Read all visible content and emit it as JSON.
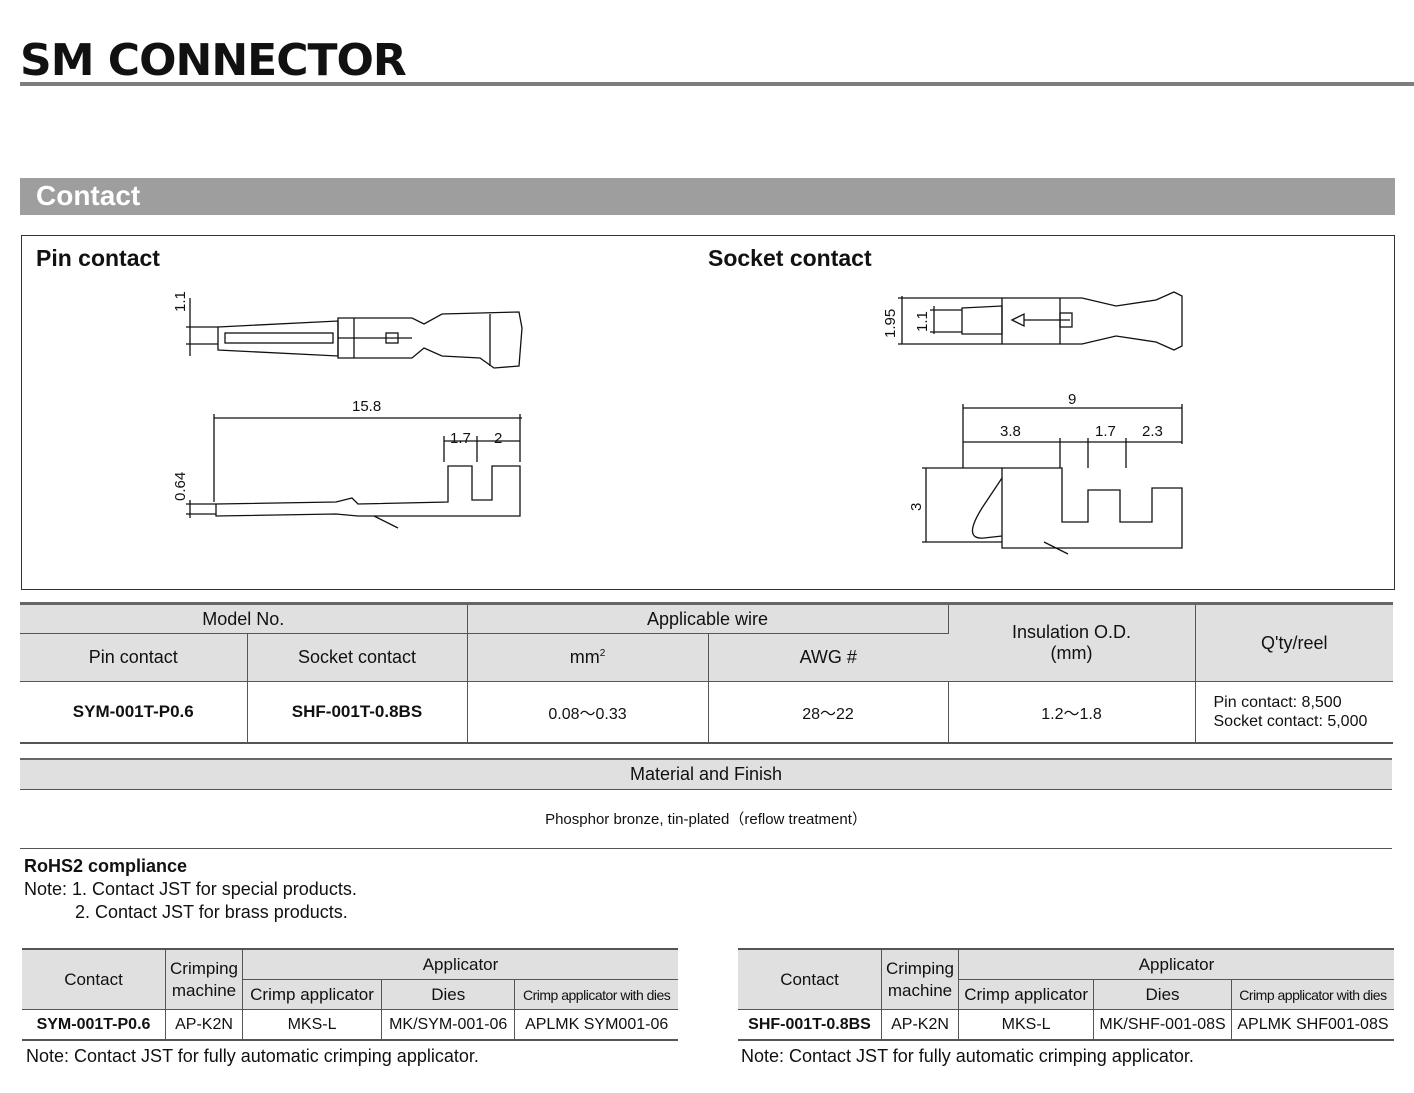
{
  "header": {
    "title": "SM CONNECTOR"
  },
  "section": {
    "title": "Contact"
  },
  "drawing": {
    "pin_label": "Pin contact",
    "socket_label": "Socket contact",
    "pin_dims": {
      "d1": "1.1",
      "d2": "15.8",
      "d3": "1.7",
      "d4": "2",
      "d5": "0.64"
    },
    "socket_dims": {
      "d1": "1.95",
      "d2": "1.1",
      "d3": "9",
      "d4": "3.8",
      "d5": "1.7",
      "d6": "2.3",
      "d7": "3"
    }
  },
  "spec_table": {
    "model_no": "Model No.",
    "applicable_wire": "Applicable wire",
    "insulation": "Insulation O.D.",
    "insulation_unit": "(mm)",
    "qty_reel": "Q'ty/reel",
    "pin_contact": "Pin contact",
    "socket_contact": "Socket contact",
    "mm2": "mm",
    "mm2_sup": "2",
    "awg": "AWG #",
    "row": {
      "pin": "SYM-001T-P0.6",
      "socket": "SHF-001T-0.8BS",
      "mm2": "0.08～0.33",
      "awg": "28～22",
      "insulation": "1.2～1.8",
      "qty_pin": "Pin contact: 8,500",
      "qty_socket": "Socket contact: 5,000"
    }
  },
  "material": {
    "heading": "Material and Finish",
    "text": "Phosphor bronze, tin-plated（reflow treatment）"
  },
  "notes": {
    "rohs": "RoHS2 compliance",
    "note1": "Note: 1. Contact JST for special products.",
    "note2": "2. Contact JST for brass products."
  },
  "applicator_tables": {
    "headers": {
      "contact": "Contact",
      "crimping": "Crimping",
      "machine": "machine",
      "applicator": "Applicator",
      "crimp_applicator": "Crimp applicator",
      "dies": "Dies",
      "with_dies": "Crimp applicator with dies"
    },
    "left": {
      "contact": "SYM-001T-P0.6",
      "machine": "AP-K2N",
      "applicator": "MKS-L",
      "dies": "MK/SYM-001-06",
      "with_dies": "APLMK SYM001-06"
    },
    "right": {
      "contact": "SHF-001T-0.8BS",
      "machine": "AP-K2N",
      "applicator": "MKS-L",
      "dies": "MK/SHF-001-08S",
      "with_dies": "APLMK SHF001-08S"
    },
    "note": "Note: Contact JST for fully automatic crimping applicator."
  }
}
